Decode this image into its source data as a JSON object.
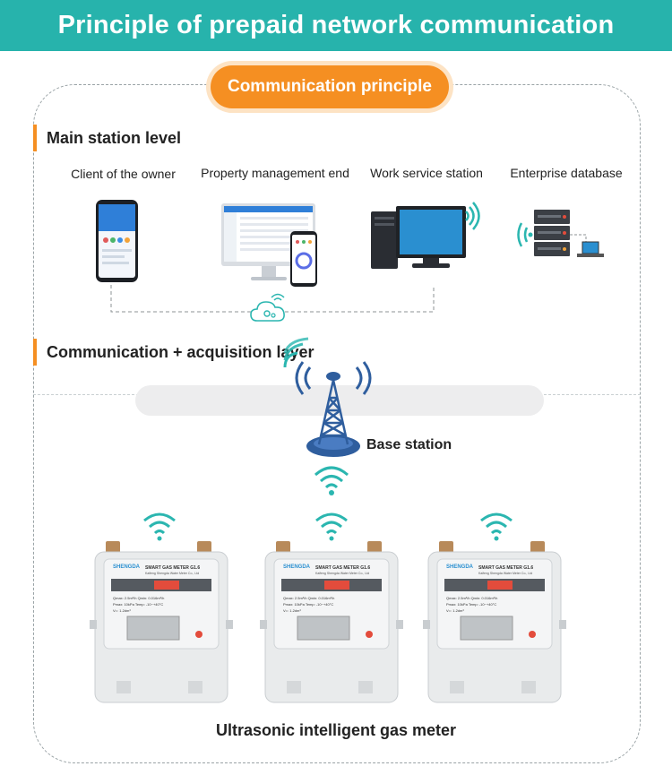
{
  "header": {
    "title": "Principle of prepaid network communication"
  },
  "badge": {
    "label": "Communication principle"
  },
  "sections": {
    "main_station": "Main station level",
    "comm_layer": "Communication + acquisition layer"
  },
  "clients": [
    {
      "label": "Client of the owner",
      "icon": "smartphone-icon"
    },
    {
      "label": "Property management end",
      "icon": "desktop-monitor-icon"
    },
    {
      "label": "Work service station",
      "icon": "workstation-icon"
    },
    {
      "label": "Enterprise database",
      "icon": "server-rack-icon"
    }
  ],
  "base_station": {
    "label": "Base station",
    "icon": "cell-tower-icon"
  },
  "meters": {
    "brand": "SHENGDA",
    "model": "SMART GAS METER G1.6",
    "maker": "Kaifeng Shengda Water Meter Co., Ltd",
    "spec1": "Qmax: 2.5m³/h    Qmin: 0.016m³/h",
    "spec2": "Pmax: 10kPa    Temp: -10~+40°C",
    "spec3": "V=: 1.2dm³",
    "caption": "Ultrasonic intelligent gas meter"
  },
  "colors": {
    "teal": "#27b3ac",
    "orange": "#f58f22",
    "wifi": "#2bb6b0",
    "tower": "#2f5e9e"
  }
}
